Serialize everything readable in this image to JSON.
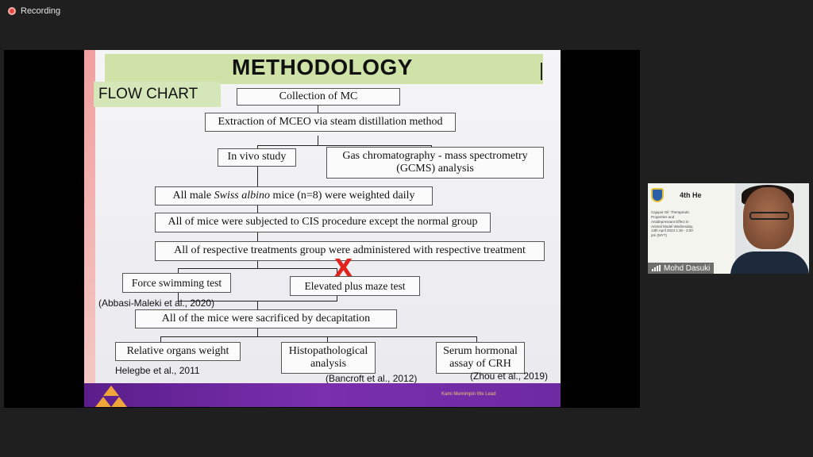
{
  "app": {
    "recording_label": "Recording"
  },
  "slide": {
    "title": "METHODOLOGY",
    "section_label": "FLOW CHART",
    "steps": {
      "collection": "Collection of MC",
      "extraction": "Extraction of MCEO via steam distillation method",
      "invivo": "In vivo study",
      "gcms_line1": "Gas chromatography - mass spectrometry",
      "gcms_line2": "(GCMS) analysis",
      "weighted_pre": "All male ",
      "weighted_italic": "Swiss albino",
      "weighted_post": " mice (n=8) were weighted daily",
      "cis": "All of mice were subjected to CIS procedure except the normal group",
      "treatment": "All of respective treatments group were administered with respective treatment",
      "force_swim": "Force swimming  test",
      "elevated_maze": "Elevated plus maze test",
      "sacrificed": "All of the mice were sacrificed by decapitation",
      "organs": "Relative organs weight",
      "histo_line1": "Histopathological",
      "histo_line2": "analysis",
      "serum_line1": "Serum hormonal",
      "serum_line2": "assay of CRH"
    },
    "citations": {
      "abbasi": "(Abbasi-Maleki et al., 2020)",
      "helegbe": "Helegbe et al., 2011",
      "bancroft": "(Bancroft et al., 2012)",
      "zhou": "(Zhou et al., 2019)"
    },
    "strike_mark": "X",
    "footer_motto": "Kami Memimpin  We Lead"
  },
  "participant": {
    "name": "Mohd Dasuki",
    "poster_title_left": "4th He",
    "poster_title_right": "binar",
    "poster_text": "Cajuput Oil: Therapeutic Properties and Antidepressant Effect in Animal Model Wednesday, 13th April 2023 1:30 - 3:00 pm (MYT)"
  },
  "colors": {
    "accent_green": "#cfe3a8",
    "footer_purple": "#6d2aa1",
    "strike_red": "#e0231c",
    "record_red": "#e8453c"
  }
}
